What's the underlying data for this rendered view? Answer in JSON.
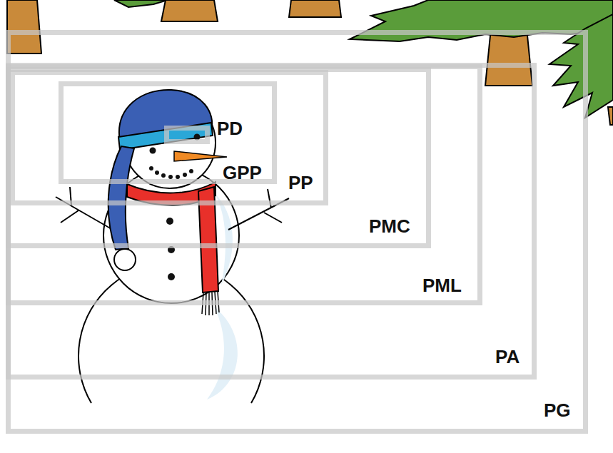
{
  "diagram": {
    "nodes": [
      {
        "text": [
          "PG"
        ]
      },
      {
        "text": [
          "PA"
        ],
        "in": 0
      },
      {
        "text": [
          "PML"
        ],
        "in": 1
      },
      {
        "text": [
          "PMC"
        ],
        "in": 2
      },
      {
        "text": [
          "PP"
        ],
        "in": 3
      },
      {
        "text": [
          "GPP"
        ],
        "in": 4
      },
      {
        "text": [
          "PD"
        ],
        "in": 5
      }
    ]
  }
}
